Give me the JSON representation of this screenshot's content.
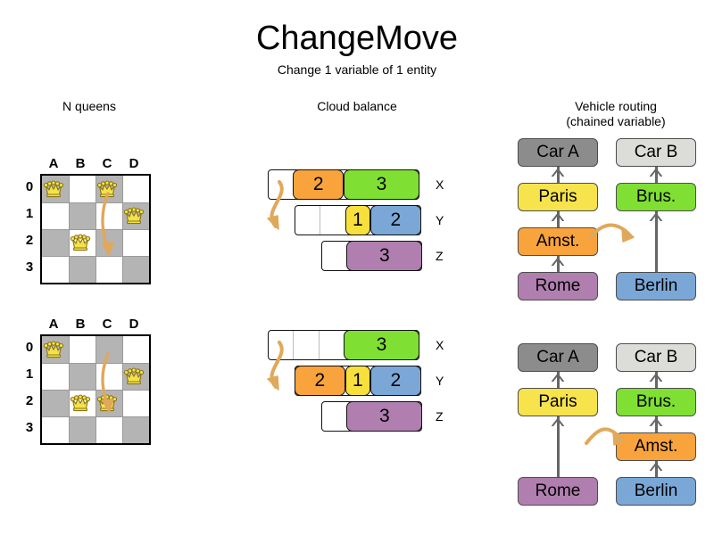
{
  "header": {
    "title": "ChangeMove",
    "subtitle": "Change 1 variable of 1 entity"
  },
  "sections": {
    "queens": {
      "heading": "N queens"
    },
    "cloud": {
      "heading": "Cloud balance"
    },
    "vrp": {
      "heading_line1": "Vehicle routing",
      "heading_line2": "(chained variable)"
    }
  },
  "colors": {
    "orange": "#f9a33c",
    "green": "#7fe033",
    "yellow": "#f7e03c",
    "blue": "#7ba7d7",
    "purple": "#b07faf",
    "gray_dark": "#8c8c8c",
    "gray_light": "#dcdcd8",
    "board_dark": "#b4b4b4",
    "board_light": "#ffffff",
    "arrow": "#e0a85a"
  },
  "queens": {
    "column_labels": [
      "A",
      "B",
      "C",
      "D"
    ],
    "row_labels": [
      "0",
      "1",
      "2",
      "3"
    ],
    "before": {
      "queens": [
        {
          "col": 0,
          "row": 0
        },
        {
          "col": 2,
          "row": 0
        },
        {
          "col": 3,
          "row": 1
        },
        {
          "col": 1,
          "row": 2
        }
      ],
      "move": {
        "from_col": 2,
        "from_row": 0,
        "to_col": 2,
        "to_row": 2
      }
    },
    "after": {
      "queens": [
        {
          "col": 0,
          "row": 0
        },
        {
          "col": 3,
          "row": 1
        },
        {
          "col": 1,
          "row": 2
        },
        {
          "col": 2,
          "row": 2
        }
      ],
      "move": {
        "from_col": 2,
        "from_row": 0,
        "to_col": 2,
        "to_row": 2
      }
    }
  },
  "cloud_balance": {
    "before": {
      "rows": [
        {
          "label": "X",
          "free_units": 1,
          "segments": [
            {
              "value": "2",
              "units": 2,
              "color": "#f9a33c"
            },
            {
              "value": "3",
              "units": 3,
              "color": "#7fe033"
            }
          ]
        },
        {
          "label": "Y",
          "free_units": 2,
          "segments": [
            {
              "value": "1",
              "units": 1,
              "color": "#f7e03c"
            },
            {
              "value": "2",
              "units": 2,
              "color": "#7ba7d7"
            }
          ]
        },
        {
          "label": "Z",
          "free_units": 1,
          "segments": [
            {
              "value": "3",
              "units": 3,
              "color": "#b07faf"
            }
          ]
        }
      ]
    },
    "after": {
      "rows": [
        {
          "label": "X",
          "free_units": 3,
          "segments": [
            {
              "value": "3",
              "units": 3,
              "color": "#7fe033"
            }
          ]
        },
        {
          "label": "Y",
          "free_units": 0,
          "segments": [
            {
              "value": "2",
              "units": 2,
              "color": "#f9a33c"
            },
            {
              "value": "1",
              "units": 1,
              "color": "#f7e03c"
            },
            {
              "value": "2",
              "units": 2,
              "color": "#7ba7d7"
            }
          ]
        },
        {
          "label": "Z",
          "free_units": 1,
          "segments": [
            {
              "value": "3",
              "units": 3,
              "color": "#b07faf"
            }
          ]
        }
      ]
    }
  },
  "vehicle_routing": {
    "before": {
      "chain_a": [
        "Car A",
        "Paris",
        "Amst.",
        "Rome"
      ],
      "chain_b": [
        "Car B",
        "Brus.",
        "Berlin"
      ],
      "moved_node": "Amst."
    },
    "after": {
      "chain_a": [
        "Car A",
        "Paris",
        "Rome"
      ],
      "chain_b": [
        "Car B",
        "Brus.",
        "Amst.",
        "Berlin"
      ],
      "moved_node": "Amst."
    },
    "node_colors": {
      "Car A": "#8c8c8c",
      "Car B": "#dcdcd8",
      "Paris": "#f7e34c",
      "Brus.": "#7fe033",
      "Amst.": "#f9a33c",
      "Rome": "#b07faf",
      "Berlin": "#7ba7d7"
    }
  }
}
